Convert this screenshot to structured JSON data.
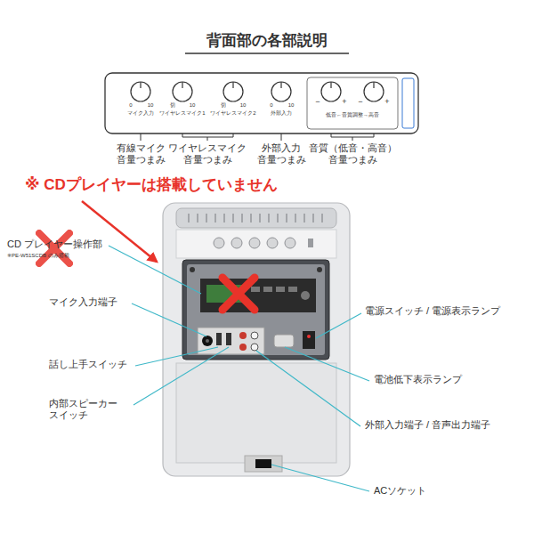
{
  "diagram": {
    "title": "背面部の各部説明",
    "labels": [
      "マイク入力",
      "0",
      "10",
      "ワイヤレスマイク1",
      "切",
      "10",
      "ワイヤレスマイク2",
      "切",
      "10",
      "外部入力",
      "0",
      "10",
      "低音←音質調整→高音",
      "−",
      "+",
      "−",
      "+",
      "有線マイク 音量つまみ",
      "ワイヤレスマイク 音量つまみ",
      "外部入力 音量つまみ",
      "音質（低音・高音） 音量つまみ",
      "※ CDプレイヤーは搭載していません",
      "CD プレイヤー操作部",
      "※PE-W51SCDB のみ搭載",
      "マイク入力端子",
      "話し上手スイッチ",
      "内部スピーカー スイッチ",
      "電源スイッチ / 電源表示ランプ",
      "電池低下表示ランプ",
      "外部入力端子 / 音声出力端子",
      "ACソケット"
    ]
  }
}
